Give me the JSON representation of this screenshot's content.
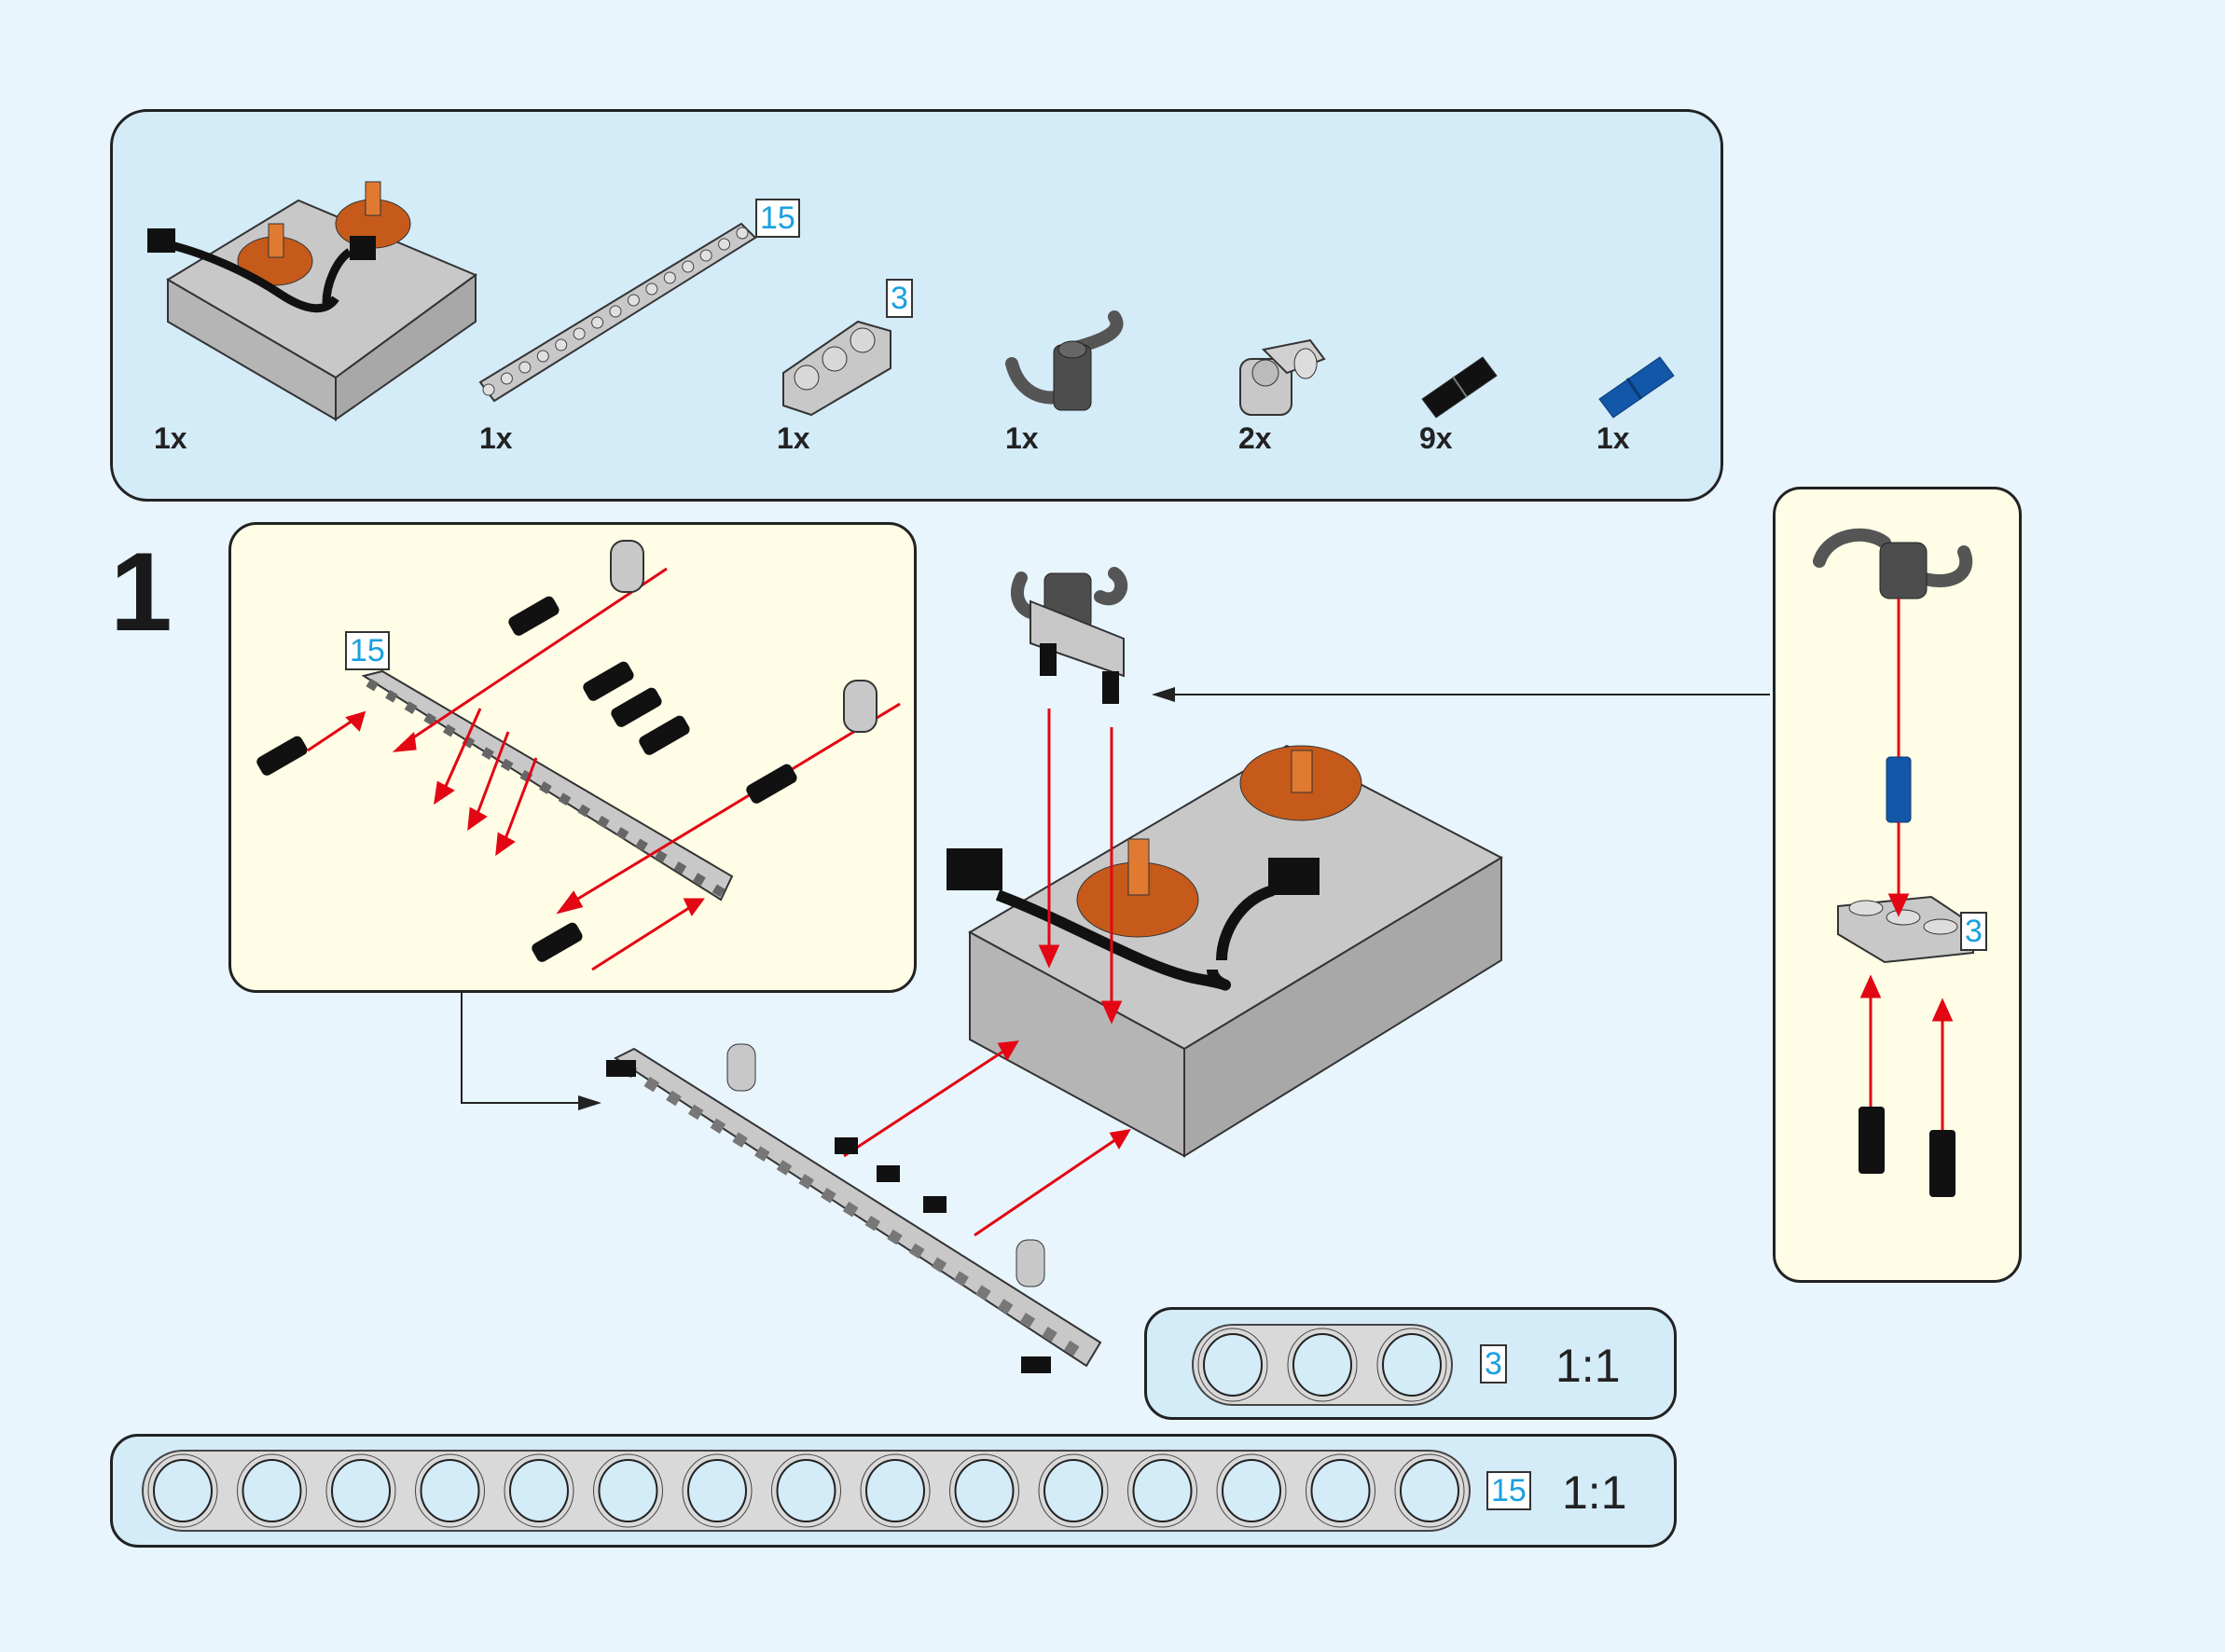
{
  "page": {
    "background_color": "#e8f5fd",
    "panel_fill": "#d4ebf8",
    "callout_fill": "#fffde6",
    "arrow_color": "#e30613",
    "length_label_color": "#1aa0e0"
  },
  "parts_list": {
    "items": [
      {
        "name": "motor-box",
        "quantity": "1x"
      },
      {
        "name": "beam-15",
        "quantity": "1x",
        "length_label": "15"
      },
      {
        "name": "beam-3",
        "quantity": "1x",
        "length_label": "3"
      },
      {
        "name": "hook-connector",
        "quantity": "1x"
      },
      {
        "name": "cross-block",
        "quantity": "2x"
      },
      {
        "name": "black-friction-pin",
        "quantity": "9x"
      },
      {
        "name": "blue-axle-pin",
        "quantity": "1x"
      }
    ]
  },
  "step": {
    "number": "1",
    "left_callout": {
      "length_label": "15"
    },
    "right_callout": {
      "length_label": "3"
    }
  },
  "scale_references": [
    {
      "length_label": "3",
      "ratio": "1:1",
      "holes": 3
    },
    {
      "length_label": "15",
      "ratio": "1:1",
      "holes": 15
    }
  ]
}
